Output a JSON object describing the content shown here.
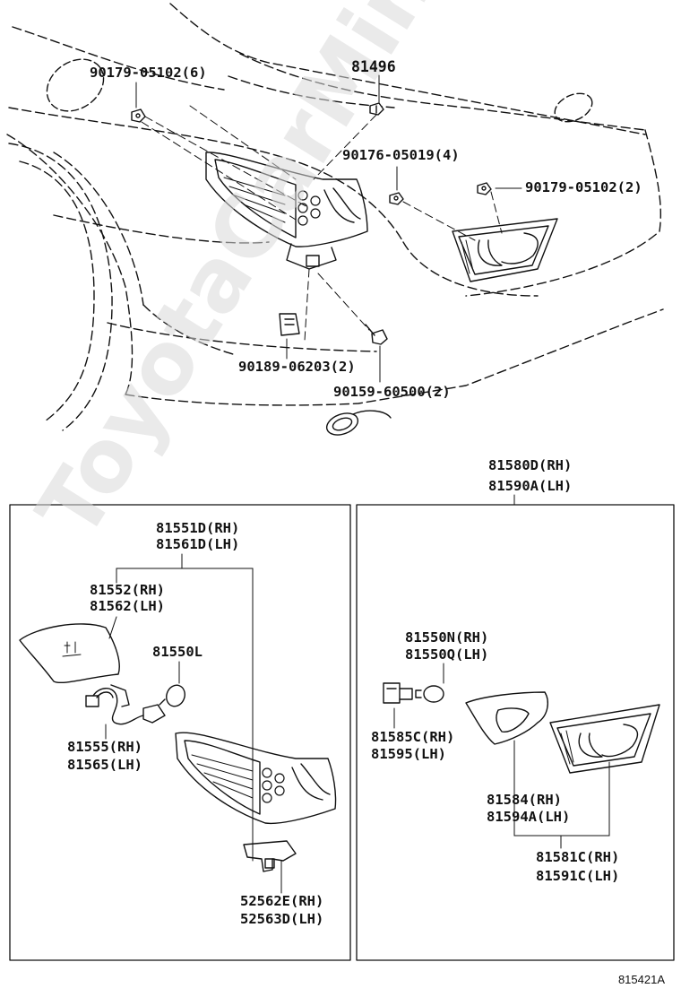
{
  "labels": {
    "p90179_05102_6": "90179-05102(6)",
    "p81496": "81496",
    "p90176_05019_4": "90176-05019(4)",
    "p90179_05102_2": "90179-05102(2)",
    "p90189_06203_2": "90189-06203(2)",
    "p90159_60500_2": "90159-60500(2)",
    "p81580D": "81580D(RH)",
    "p81590A": "81590A(LH)",
    "p81551D": "81551D(RH)",
    "p81561D": "81561D(LH)",
    "p81552": "81552(RH)",
    "p81562": "81562(LH)",
    "p81550L": "81550L",
    "p81555": "81555(RH)",
    "p81565": "81565(LH)",
    "p52562E": "52562E(RH)",
    "p52563D": "52563D(LH)",
    "p81550N": "81550N(RH)",
    "p81550Q": "81550Q(LH)",
    "p81585C": "81585C(RH)",
    "p81595": "81595(LH)",
    "p81584": "81584(RH)",
    "p81594A": "81594A(LH)",
    "p81581C": "81581C(RH)",
    "p81591C": "81591C(LH)"
  },
  "watermark": "ToyotaCarMine.ru",
  "reference_code": "815421A"
}
